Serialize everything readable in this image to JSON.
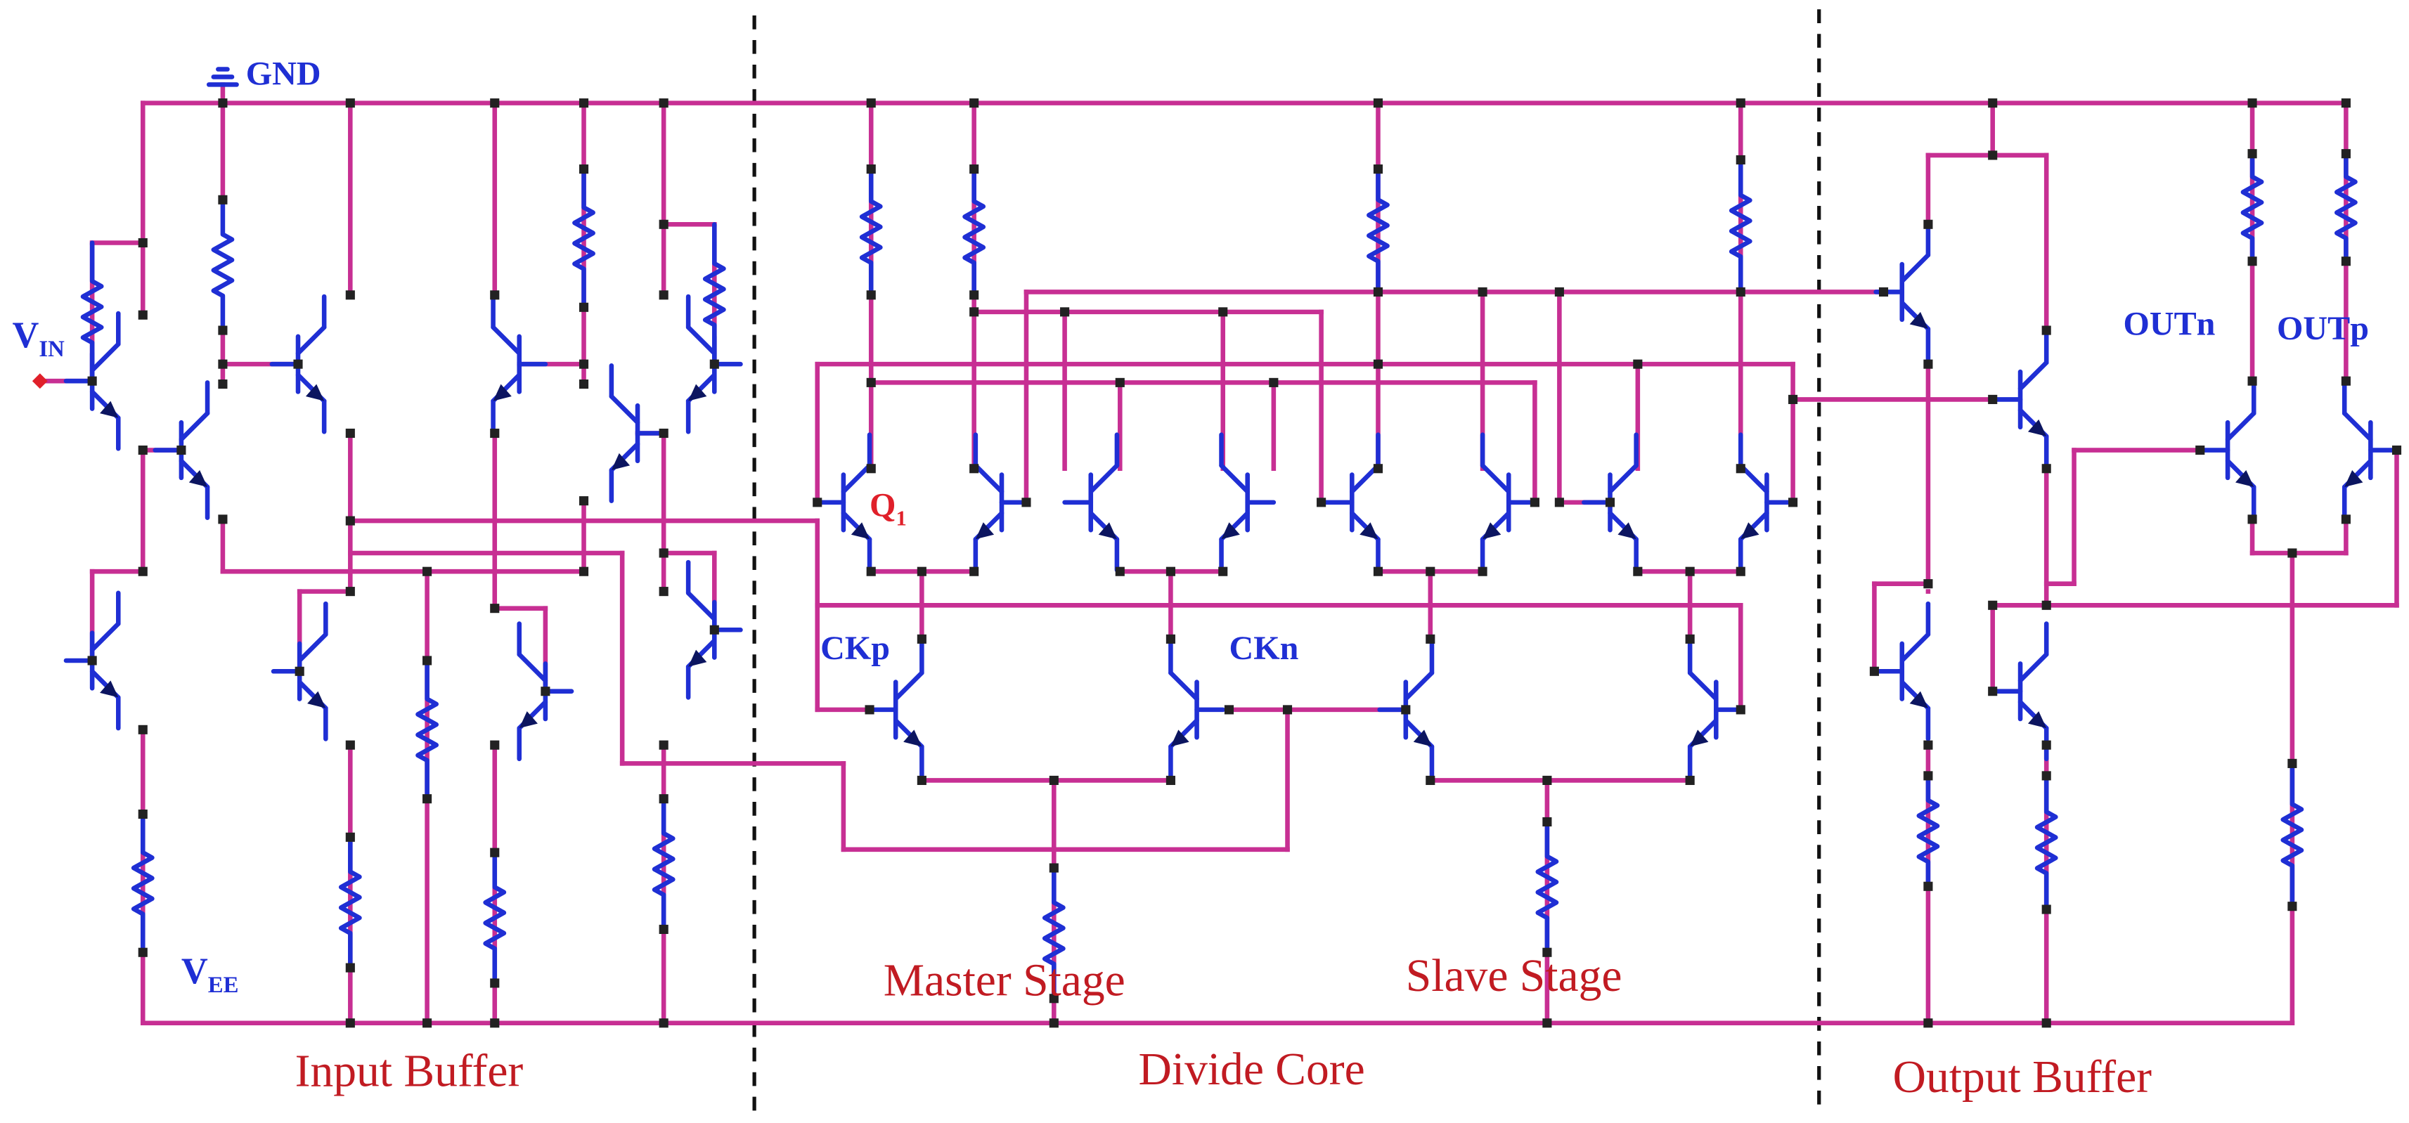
{
  "labels": {
    "gnd": "GND",
    "vin_main": "V",
    "vin_sub": "IN",
    "vee_main": "V",
    "vee_sub": "EE",
    "q1_main": "Q",
    "q1_sub": "1",
    "ckp": "CKp",
    "ckn": "CKn",
    "outn": "OUTn",
    "outp": "OUTp",
    "master_stage": "Master Stage",
    "slave_stage": "Slave Stage",
    "input_buffer": "Input Buffer",
    "divide_core": "Divide Core",
    "output_buffer": "Output Buffer"
  },
  "colors": {
    "wire": "#c72f93",
    "device": "#1f2fd4",
    "node": "#222222",
    "section_text": "#c11b22",
    "q1_text": "#e0202a"
  }
}
